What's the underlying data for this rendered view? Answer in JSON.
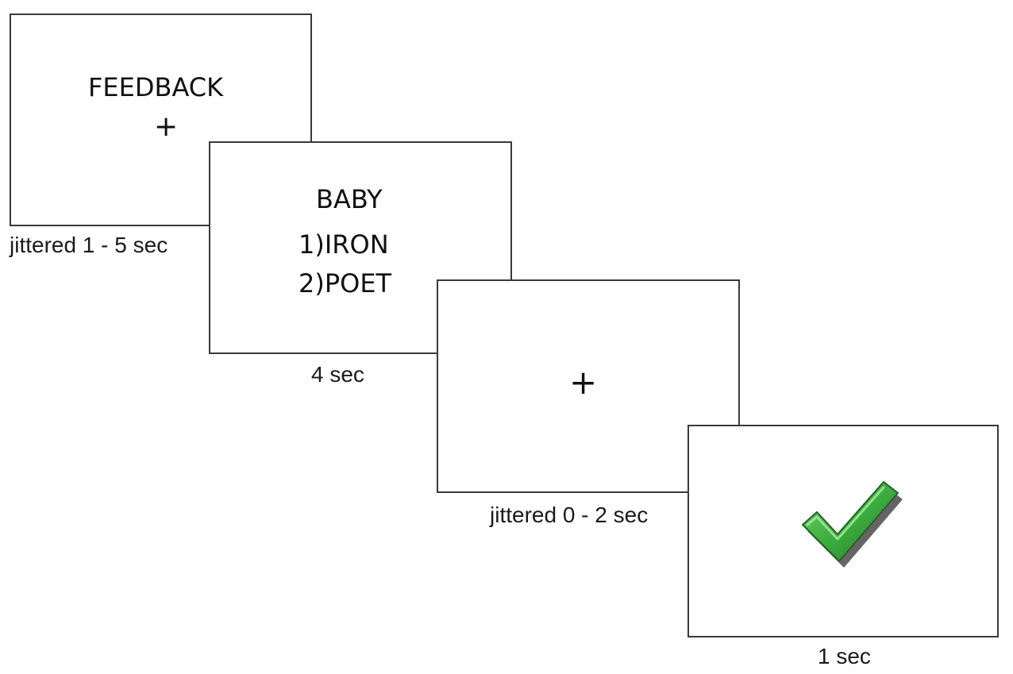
{
  "screens": [
    {
      "id": "feedback",
      "label": "FEEDBACK",
      "cross": "+",
      "caption": "jittered 1 - 5 sec"
    },
    {
      "id": "question",
      "cue": "BABY",
      "option1": "1)IRON",
      "option2": "2)POET",
      "caption": "4 sec"
    },
    {
      "id": "fixation",
      "cross": "+",
      "caption": "jittered 0 - 2 sec"
    },
    {
      "id": "result",
      "icon": "checkmark-icon",
      "caption": "1 sec"
    }
  ],
  "colors": {
    "frame_border": "#3a3a3a",
    "check_light": "#5cc95a",
    "check_dark": "#1f7a22",
    "check_shadow": "#4a4a4a"
  }
}
